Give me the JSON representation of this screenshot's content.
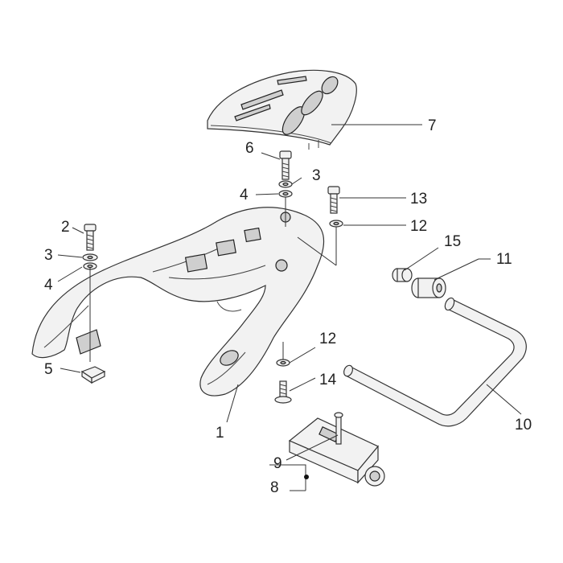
{
  "diagram": {
    "callouts": [
      "1",
      "2",
      "3",
      "3",
      "4",
      "4",
      "5",
      "6",
      "7",
      "8",
      "9",
      "10",
      "11",
      "12",
      "12",
      "13",
      "14",
      "15"
    ]
  },
  "icons": [
    "rear-rack",
    "top-cover",
    "bolt",
    "washer",
    "nut",
    "handle-bar",
    "bracket"
  ]
}
